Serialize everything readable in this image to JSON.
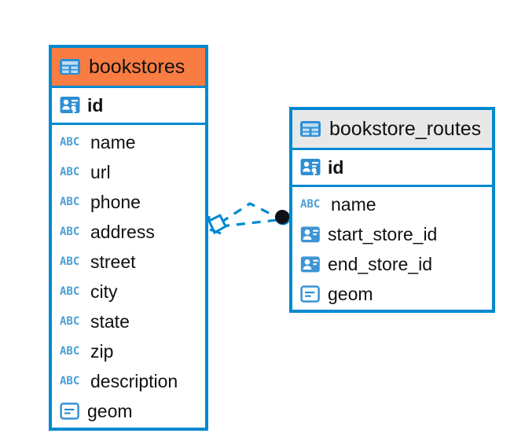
{
  "diagram": {
    "type": "er-diagram",
    "background": "#ffffff",
    "accent_color": "#0089d0",
    "selected_header_color": "#f97c42",
    "header_color": "#e8e8e8",
    "text_color": "#101010",
    "icon_color_abc": "#4b9fd5"
  },
  "tables": [
    {
      "name": "bookstores",
      "selected": true,
      "icon": "table-icon",
      "primary_keys": [
        {
          "label": "id",
          "icon": "primary-key-icon"
        }
      ],
      "fields": [
        {
          "label": "name",
          "icon": "text-abc-icon"
        },
        {
          "label": "url",
          "icon": "text-abc-icon"
        },
        {
          "label": "phone",
          "icon": "text-abc-icon"
        },
        {
          "label": "address",
          "icon": "text-abc-icon"
        },
        {
          "label": "street",
          "icon": "text-abc-icon"
        },
        {
          "label": "city",
          "icon": "text-abc-icon"
        },
        {
          "label": "state",
          "icon": "text-abc-icon"
        },
        {
          "label": "zip",
          "icon": "text-abc-icon"
        },
        {
          "label": "description",
          "icon": "text-abc-icon"
        },
        {
          "label": "geom",
          "icon": "geometry-icon"
        }
      ]
    },
    {
      "name": "bookstore_routes",
      "selected": false,
      "icon": "table-icon",
      "primary_keys": [
        {
          "label": "id",
          "icon": "primary-key-icon"
        }
      ],
      "fields": [
        {
          "label": "name",
          "icon": "text-abc-icon"
        },
        {
          "label": "start_store_id",
          "icon": "foreign-key-icon"
        },
        {
          "label": "end_store_id",
          "icon": "foreign-key-icon"
        },
        {
          "label": "geom",
          "icon": "geometry-icon"
        }
      ]
    }
  ],
  "relationship": {
    "style": "dashed",
    "color": "#0089d0",
    "source_endpoint": "diamond",
    "target_endpoint": "filled-dot",
    "target_dot_color": "#101018"
  }
}
